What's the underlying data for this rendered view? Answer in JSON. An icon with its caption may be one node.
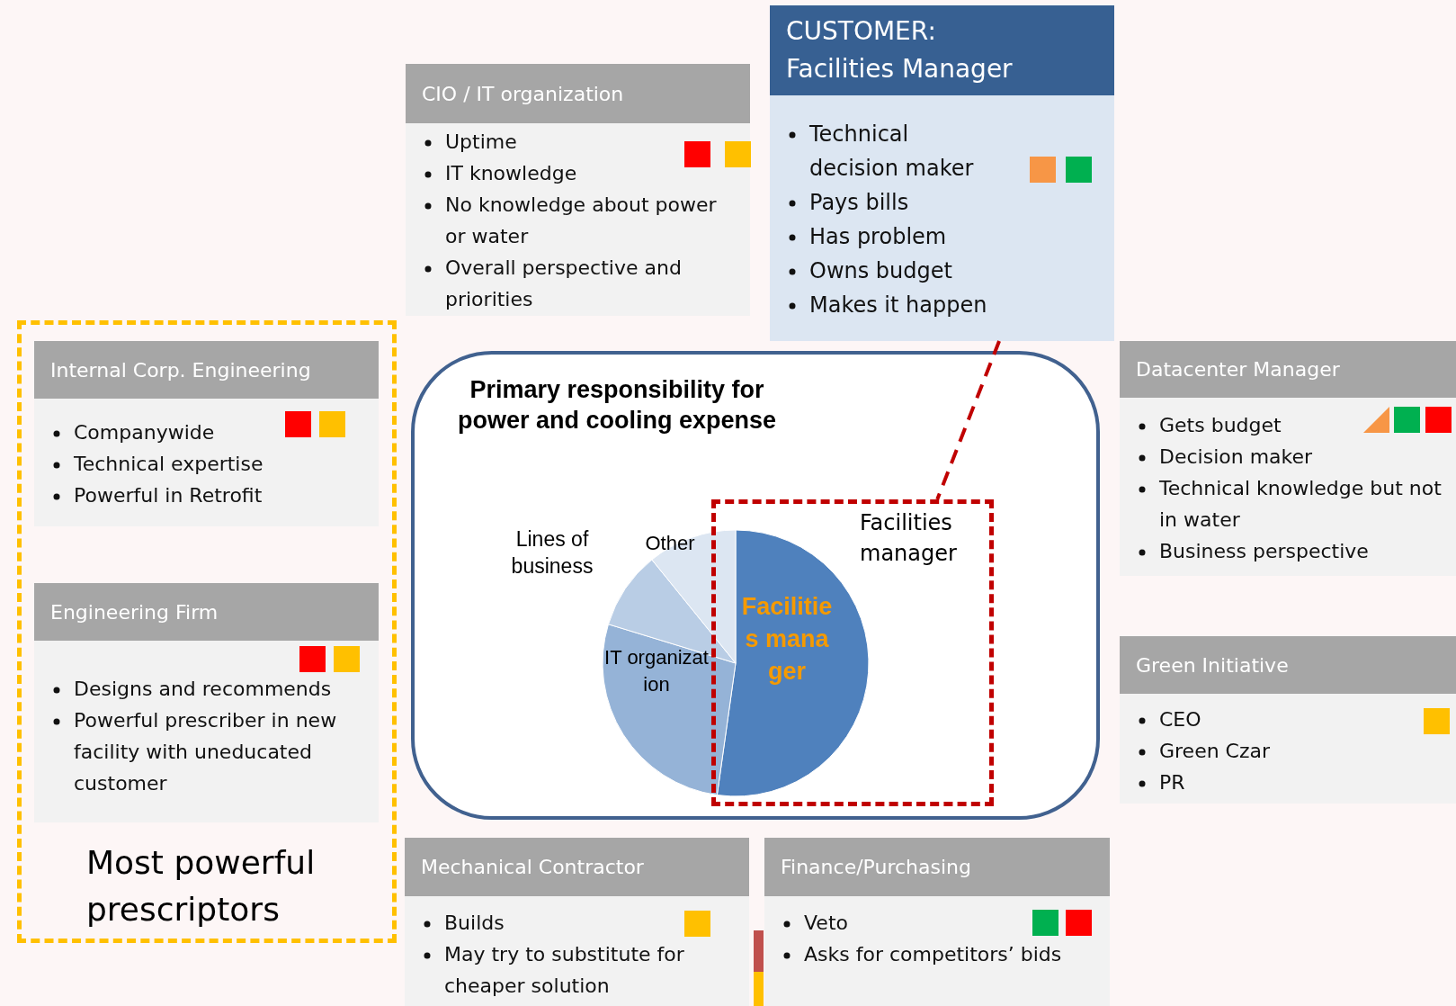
{
  "diagram": {
    "nodes": [
      {
        "text": [
          "Most powerful prescriptors"
        ]
      },
      {
        "text": [
          "Internal Corp. Engineering",
          "Companywide",
          "Technical expertise",
          "Powerful in Retrofit"
        ],
        "in": 0
      },
      {
        "text": [
          "Engineering Firm",
          "Designs and recommends",
          "Powerful prescriber in new facility with uneducated customer"
        ],
        "in": 0
      },
      {
        "text": [
          "CIO / IT organization",
          "Uptime",
          "IT knowledge",
          "No knowledge about power or water",
          "Overall perspective and priorities"
        ]
      },
      {
        "text": [
          "CUSTOMER: Facilities Manager",
          "Technical decision maker",
          "Pays bills",
          "Has problem",
          "Owns budget",
          "Makes it happen"
        ]
      },
      {
        "text": [
          "Datacenter Manager",
          "Gets budget",
          "Decision maker",
          "Technical knowledge but not in water",
          "Business perspective"
        ]
      },
      {
        "text": [
          "Green Initiative",
          "CEO",
          "Green Czar",
          "PR"
        ]
      },
      {
        "text": [
          "Mechanical Contractor",
          "Builds",
          "May try to substitute for cheaper solution"
        ]
      },
      {
        "text": [
          "Finance/Purchasing",
          "Veto",
          "Asks for competitors’ bids"
        ]
      },
      {
        "text": [
          "Primary responsibility for power and cooling expense"
        ]
      },
      {
        "text": [
          "Facilities manager"
        ],
        "in": 9
      }
    ],
    "edges": [
      {
        "from": 4,
        "to": 10,
        "arrow": "none",
        "style": "dashed",
        "color": "#c00000"
      }
    ],
    "labels": [
      "Lines of business",
      "Other",
      "IT organization",
      "Facilities manager"
    ]
  }
}
